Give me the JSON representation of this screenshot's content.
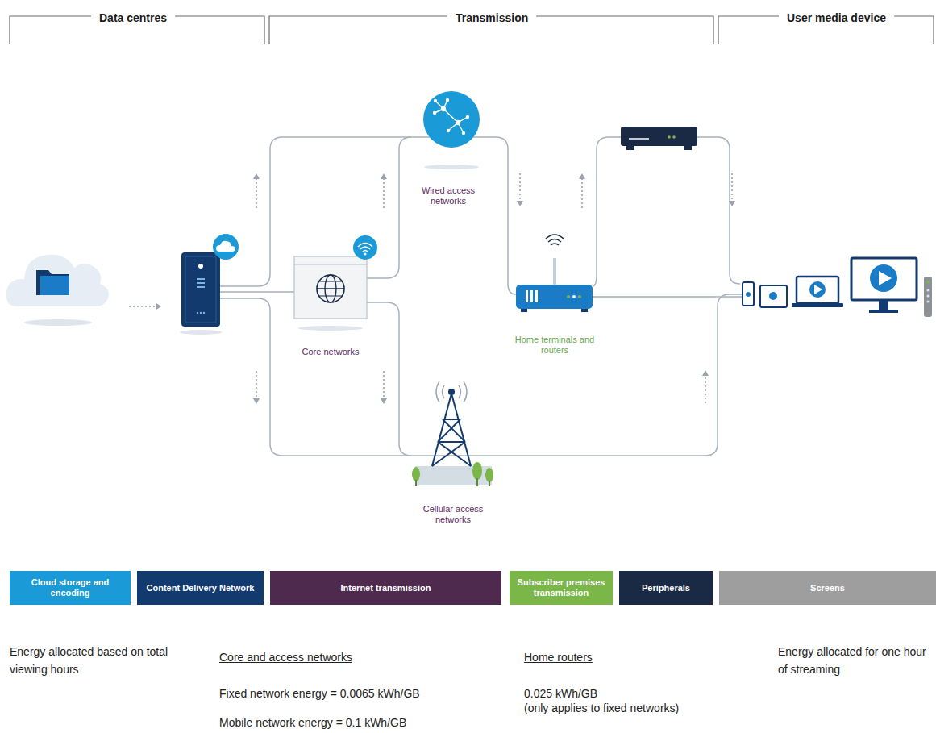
{
  "diagram": {
    "nodes": [
      {
        "text": [
          "Cloud storage and encoding"
        ]
      },
      {
        "text": [
          "Content Delivery Network"
        ]
      },
      {
        "text": [
          "Internet transmission"
        ]
      },
      {
        "text": [
          "Subscriber premises transmission"
        ]
      },
      {
        "text": [
          "Peripherals"
        ]
      },
      {
        "text": [
          "Screens"
        ]
      }
    ],
    "labels": [
      "Data centres",
      "Transmission",
      "User media device",
      "Wired access networks",
      "Core networks",
      "Home terminals and routers",
      "Cellular access networks",
      "Energy allocated based on total viewing hours",
      "Core and access networks",
      "Fixed network energy = 0.0065 kWh/GB",
      "Mobile network energy = 0.1 kWh/GB",
      "Home routers",
      "0.025 kWh/GB",
      "(only applies to fixed networks)",
      "Energy allocated for one hour of streaming"
    ]
  }
}
